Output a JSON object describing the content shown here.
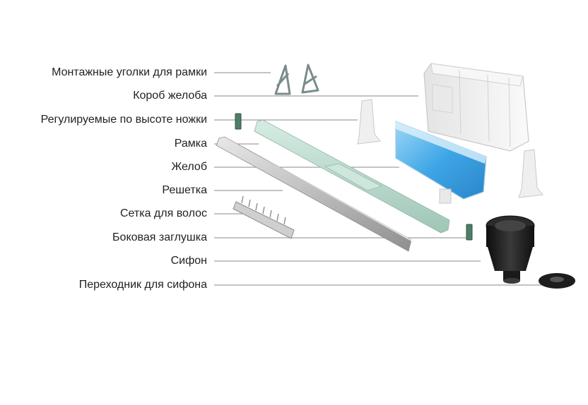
{
  "labels": [
    "Монтажные уголки для рамки",
    "Короб желоба",
    "Регулируемые по высоте ножки",
    "Рамка",
    "Желоб",
    "Решетка",
    "Сетка для волос",
    "Боковая заглушка",
    "Сифон",
    "Переходник для сифона"
  ],
  "colors": {
    "text": "#222222",
    "leader": "#8a8a8a",
    "frame": "#b9d8cc",
    "grate": "#c9c9c9",
    "box": "#f0f0f0",
    "channel_blue": "#5bb6ea",
    "siphon": "#1b1b1b"
  }
}
